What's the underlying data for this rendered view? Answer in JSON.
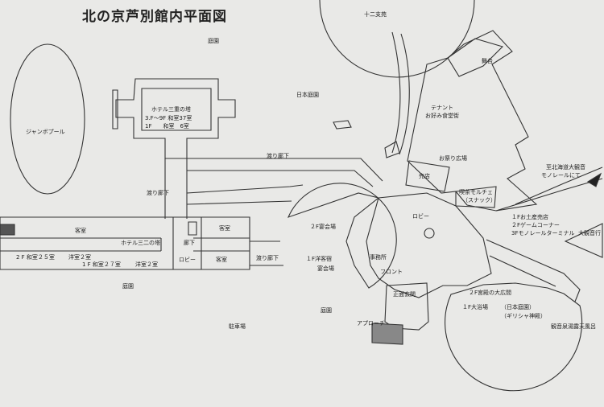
{
  "title": "北の京芦別館内平面図",
  "labels": {
    "twelve_shi": "十二支苑",
    "teien_top": "庭園",
    "stage": "舞台",
    "japanese_garden": "日本庭園",
    "tenant_1": "テナント",
    "tenant_2": "お好み食堂街",
    "festival_plaza": "お祭り広場",
    "shop": "売店",
    "snack_1": "喫茶モルチェ",
    "snack_2": "（スナック）",
    "jumbo_pool": "ジャンボプール",
    "hotel_1": "ホテル三重の塔",
    "hotel_2": "3.F〜9F 和室37室",
    "hotel_3": "1F　　和室　6室",
    "corridor_upper": "渡り廊下",
    "corridor_left": "渡り廊下",
    "corridor_lower": "渡り廊下",
    "to_monorail_1": "至北海道大観音",
    "to_monorail_2": "モノレールにて",
    "guest_left": "客室",
    "guest_right": "客室",
    "guest_lower": "客室",
    "hotel_niju": "ホテル三二の塔",
    "corridor_short": "廊下",
    "washitsu_25": "2 F 和室２５室",
    "yoshitsu_2a": "洋室２室",
    "washitsu_27": "1 F 和室２７室",
    "yoshitsu_2b": "洋室２室",
    "lobby_small": "ロビー",
    "banquet_2f": "２F宴会場",
    "banquet_1f_1": "１F洋客宿",
    "banquet_1f_2": "宴会場",
    "lobby": "ロビー",
    "office": "事務所",
    "front": "フロント",
    "floor_info_1": "１Fお土産売店",
    "floor_info_2": "２Fゲームコーナー",
    "floor_info_3": "3Fモノレールターミナル",
    "kannon_line": "大観音行",
    "front_entrance": "正面玄関",
    "approach": "アプローチ",
    "teien_left": "庭園",
    "teien_mid": "庭園",
    "parking": "駐車場",
    "great_hall": "２F宮殿の大広間",
    "bath_1": "１F大浴場",
    "bath_2": "（日本庭園）",
    "bath_3": "（ギリシャ神殿）",
    "outdoor_bath": "観音泉湯露天風呂"
  }
}
